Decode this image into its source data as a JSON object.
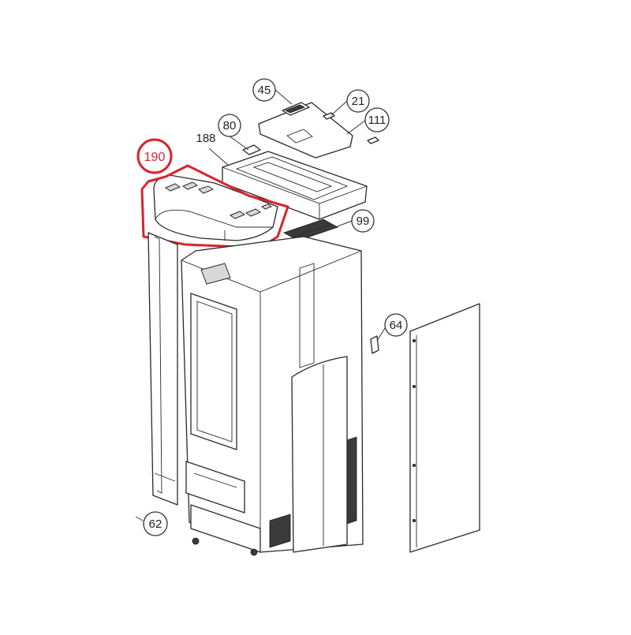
{
  "diagram": {
    "highlight_color": "#d9232e",
    "highlighted_part": {
      "label": "190"
    },
    "callouts": [
      {
        "id": "45",
        "label": "45"
      },
      {
        "id": "21",
        "label": "21"
      },
      {
        "id": "111",
        "label": "111"
      },
      {
        "id": "80",
        "label": "80"
      },
      {
        "id": "188",
        "label": "188"
      },
      {
        "id": "99",
        "label": "99"
      },
      {
        "id": "64",
        "label": "64"
      },
      {
        "id": "62",
        "label": "62"
      }
    ]
  }
}
